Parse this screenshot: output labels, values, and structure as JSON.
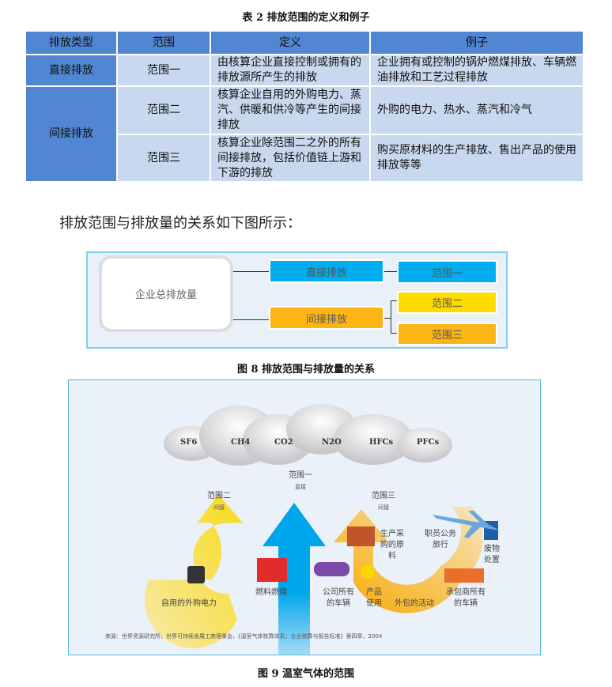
{
  "table_caption": "表 2  排放范围的定义和例子",
  "table": {
    "headers": [
      "排放类型",
      "范围",
      "定义",
      "例子"
    ],
    "rows": [
      {
        "type": "直接排放",
        "scope": "范围一",
        "definition": "由核算企业直接控制或拥有的排放源所产生的排放",
        "example": "企业拥有或控制的锅炉燃煤排放、车辆燃油排放和工艺过程排放"
      },
      {
        "type": "间接排放",
        "scope": "范围二",
        "definition": "核算企业自用的外购电力、蒸汽、供暖和供冷等产生的间接排放",
        "example": "外购的电力、热水、蒸汽和冷气"
      },
      {
        "scope": "范围三",
        "definition": "核算企业除范围二之外的所有间接排放，包括价值链上游和下游的排放",
        "example": "购买原材料的生产排放、售出产品的使用排放等等"
      }
    ]
  },
  "paragraph": "排放范围与排放量的关系如下图所示：",
  "fig8": {
    "root": "企业总排放量",
    "direct": "直接排放",
    "indirect": "间接排放",
    "scope1": "范围一",
    "scope2": "范围二",
    "scope3": "范围三",
    "caption": "图 8  排放范围与排放量的关系",
    "colors": {
      "blue": "#00aeef",
      "yellow": "#ffdc00",
      "orange": "#fdb515"
    }
  },
  "fig9": {
    "gases": [
      "SF6",
      "CH4",
      "CO2",
      "N2O",
      "HFCs",
      "PFCs"
    ],
    "scope1": "范围一",
    "scope1_sub": "直接",
    "scope2": "范围二",
    "scope2_sub": "间接",
    "scope3": "范围三",
    "scope3_sub": "间接",
    "items": {
      "power": "自用的外购电力",
      "fuel": "燃料燃烧",
      "company_vehicles": "公司所有的车辆",
      "product_use": "产品使用",
      "outsourced": "外包的活动",
      "contractor_vehicles": "承包商所有的车辆",
      "materials": "生产采购的原料",
      "travel": "职员公务旅行",
      "waste": "废物处置"
    },
    "source": "来源：世界资源研究所，世界可持续发展工商理事会，《温室气体核算体系：企业核算与报告标准》第四章，2004",
    "caption": "图 9  温室气体的范围"
  }
}
